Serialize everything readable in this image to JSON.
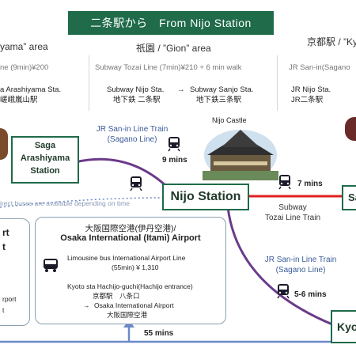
{
  "header": {
    "title": "二条駅から　From Nijo Station"
  },
  "columns": {
    "left": {
      "area": "yama” area",
      "route": "ne (9min)¥200",
      "station_en": "a Arashiyama Sta.",
      "station_ja": "嵯峨嵐山駅"
    },
    "center": {
      "area": "祇園 / ”Gion” area",
      "route": "Subway Tozai Line (7min)¥210 + 6 min walk",
      "from_en": "Subway Nijo Sta.",
      "from_ja": "地下鉄 二条駅",
      "arrow": "→",
      "to_en": "Subway Sanjo Sta.",
      "to_ja": "地下鉄三条駅"
    },
    "right": {
      "area": "京都駅 / ”Ky",
      "route": "JR San-in(Sagano",
      "station_en": "JR Nijo Sta.",
      "station_ja": "JR二条駅"
    }
  },
  "map": {
    "nijo_castle": "Nijo Castle",
    "nijo_station": "Nijo Station",
    "saga_station": "Saga\nArashiyama\nStation",
    "sagano_top": "JR San-in Line Train\n(Sagano Line)",
    "mins_saga": "9 mins",
    "tozai_label": "Subway\nTozai Line Train",
    "mins_tozai": "7 mins",
    "sanjo_partial": "Sa",
    "sagano_right": "JR San-in Line Train\n(Sagano Line)",
    "mins_kyoto": "5-6 mins",
    "kyoto_partial": "Kyo",
    "bus_note": "irect buses are available depending on time",
    "mins_bottom": "55 mins"
  },
  "airport_card": {
    "title_ja": "大阪国際空港(伊丹空港)/",
    "title_en": "Osaka International (Itami) Airport",
    "bus_line": "Limousine bus International Airport Line",
    "bus_fare": "(55min) ¥ 1,310",
    "stop_en": "Kyoto sta Hachijo-guchi(Hachijo entrance)",
    "stop_ja": "京都駅　八条口",
    "arrow": "→",
    "dest_en": "Osaka International Airport",
    "dest_ja": "大阪国際空港"
  },
  "left_card": {
    "line1": "rt",
    "line2": "t",
    "line3": "rport",
    "line4": "t"
  },
  "colors": {
    "header_green": "#1f6b4a",
    "tozai_red": "#e02020",
    "sagano_purple": "#6a3a8a",
    "bus_blue": "#6a8ac8"
  }
}
